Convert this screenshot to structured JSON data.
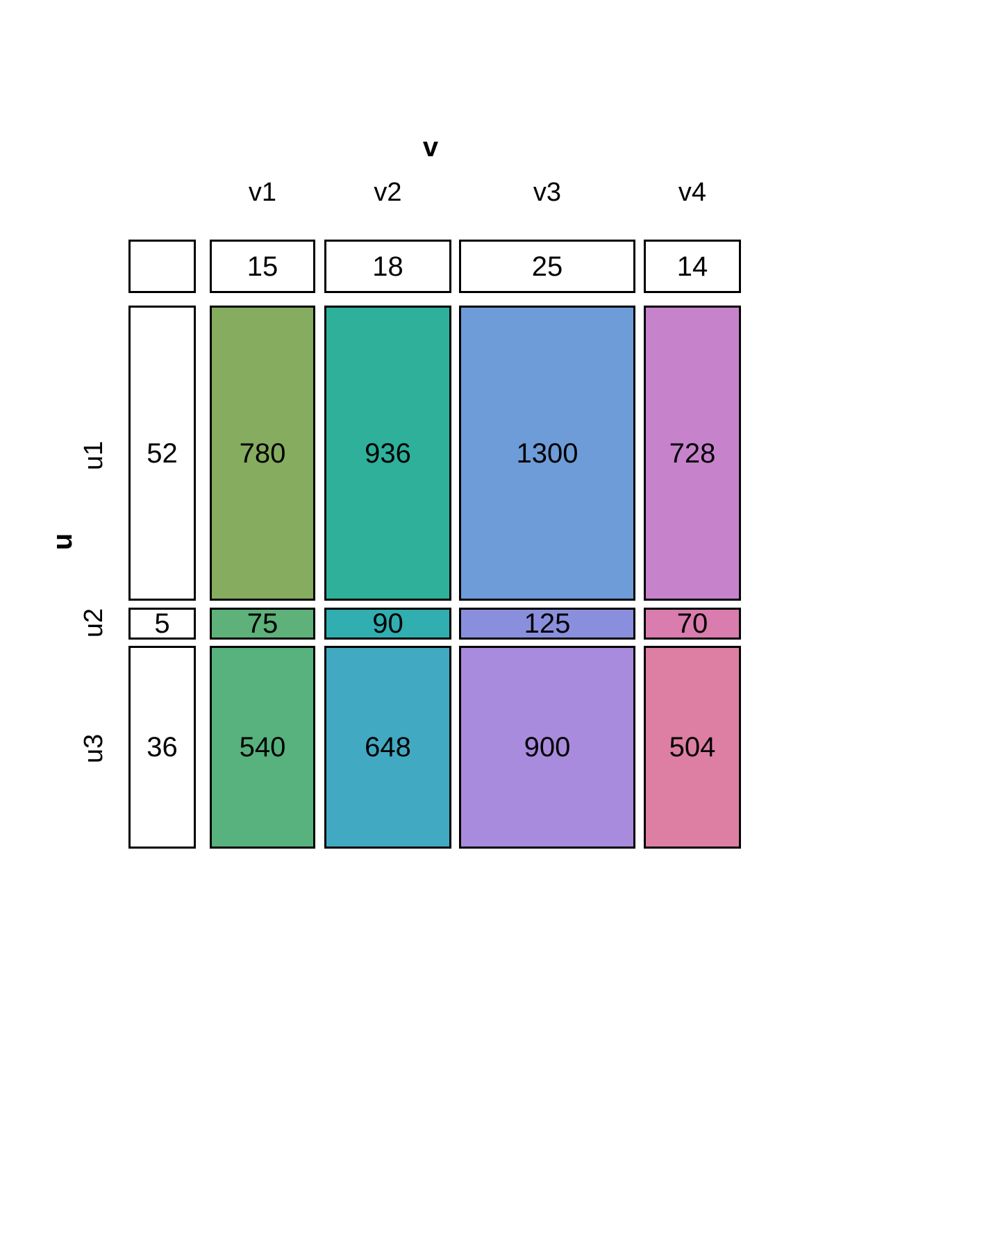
{
  "chart_data": {
    "type": "heatmap",
    "title": "",
    "xlabel": "v",
    "ylabel": "u",
    "categories_x": [
      "v1",
      "v2",
      "v3",
      "v4"
    ],
    "categories_y": [
      "u1",
      "u2",
      "u3"
    ],
    "col_margins": [
      15,
      18,
      25,
      14
    ],
    "row_margins": [
      52,
      5,
      36
    ],
    "corner_value": "",
    "series": [
      {
        "name": "u1",
        "values": [
          780,
          936,
          1300,
          728
        ]
      },
      {
        "name": "u2",
        "values": [
          75,
          90,
          125,
          70
        ]
      },
      {
        "name": "u3",
        "values": [
          540,
          648,
          900,
          504
        ]
      }
    ],
    "cell_colors": [
      [
        "#86AC5F",
        "#2EB09B",
        "#6E9CD8",
        "#C782CC"
      ],
      [
        "#5EB179",
        "#30AEB0",
        "#8A8FDD",
        "#D97CAE"
      ],
      [
        "#57B27E",
        "#42A9C2",
        "#A98BDD",
        "#DD7FA2"
      ]
    ],
    "margin_color": "#FFFFFF",
    "border_color": "#000000",
    "grid": false,
    "legend": "none"
  },
  "axes": {
    "x_title": "v",
    "y_title": "u"
  },
  "column_headers": {
    "labels": [
      "v1",
      "v2",
      "v3",
      "v4"
    ],
    "values": [
      "15",
      "18",
      "25",
      "14"
    ]
  },
  "row_headers": {
    "labels": [
      "u1",
      "u2",
      "u3"
    ],
    "values": [
      "52",
      "5",
      "36"
    ]
  },
  "cells": {
    "r0": [
      "780",
      "936",
      "1300",
      "728"
    ],
    "r1": [
      "75",
      "90",
      "125",
      "70"
    ],
    "r2": [
      "540",
      "648",
      "900",
      "504"
    ]
  },
  "corner": {
    "value": ""
  }
}
